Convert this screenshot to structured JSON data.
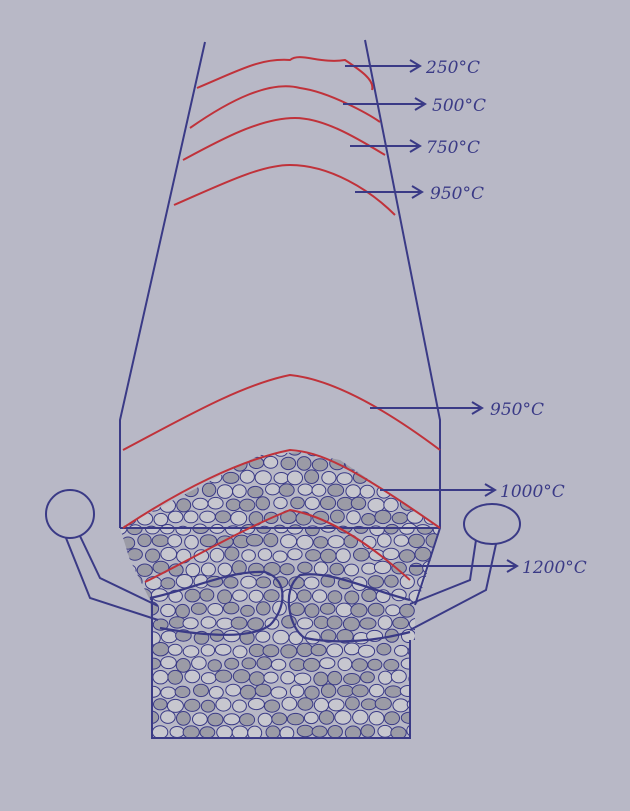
{
  "colors": {
    "paper": "#b8b8c6",
    "ink_blue": "#3a3a86",
    "ink_red": "#c0323a",
    "pebble": "#9b9ba6",
    "pebble_light": "#c7c7cf"
  },
  "temperature_labels": [
    {
      "text": "250°C"
    },
    {
      "text": "500°C"
    },
    {
      "text": "750°C"
    },
    {
      "text": "950°C"
    },
    {
      "text": "950°C"
    },
    {
      "text": "1000°C"
    },
    {
      "text": "1200°C"
    }
  ]
}
